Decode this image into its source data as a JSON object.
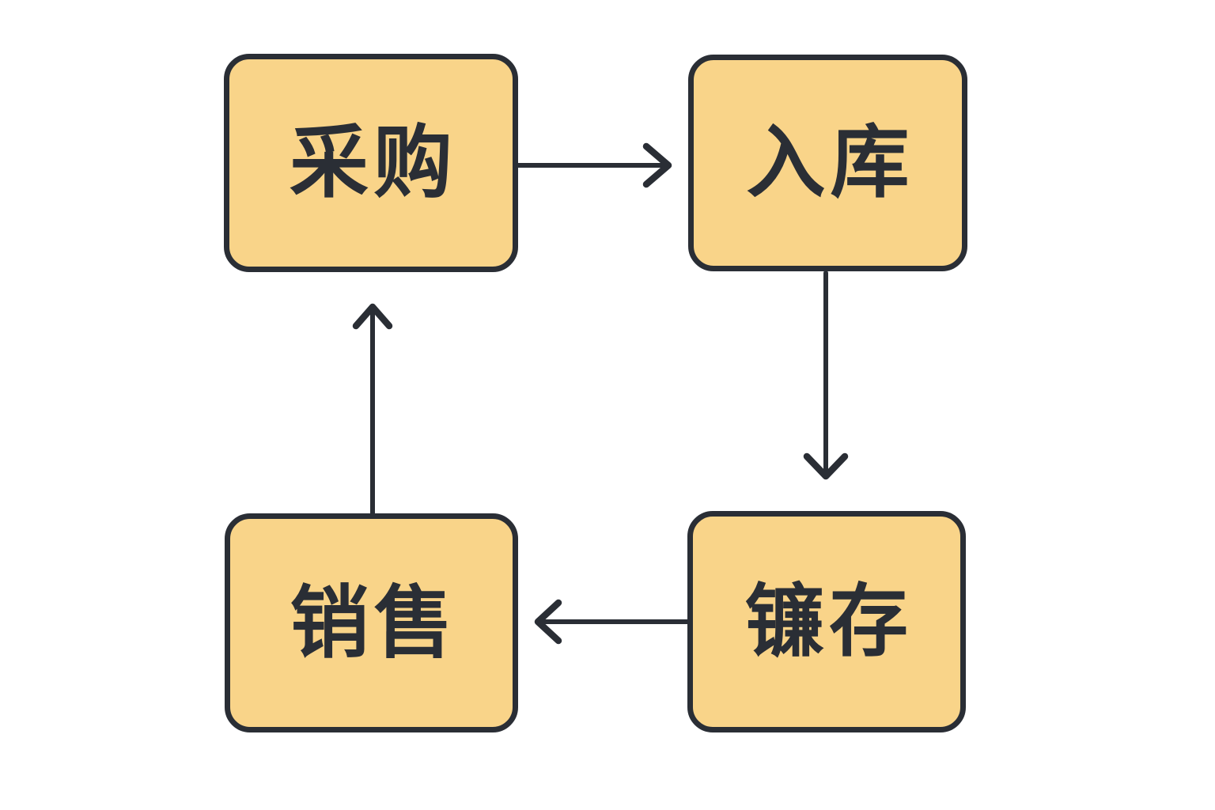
{
  "diagram": {
    "type": "flowchart-cycle",
    "background": "#FFFFFF",
    "colors": {
      "background": "#FFFFFF",
      "node_fill": "#F9D489",
      "node_border": "#2A2E35",
      "node_text": "#2A2E35",
      "arrow": "#2A2E35"
    },
    "nodes": [
      {
        "id": "procurement",
        "label": "采购"
      },
      {
        "id": "inbound-warehouse",
        "label": "入库"
      },
      {
        "id": "inventory",
        "label": "镰存"
      },
      {
        "id": "sales",
        "label": "销售"
      }
    ],
    "edges": [
      {
        "from": "采购",
        "to": "入库",
        "direction": "right"
      },
      {
        "from": "入库",
        "to": "镰存",
        "direction": "down"
      },
      {
        "from": "镰存",
        "to": "销售",
        "direction": "left"
      },
      {
        "from": "销售",
        "to": "采购",
        "direction": "up"
      }
    ]
  }
}
